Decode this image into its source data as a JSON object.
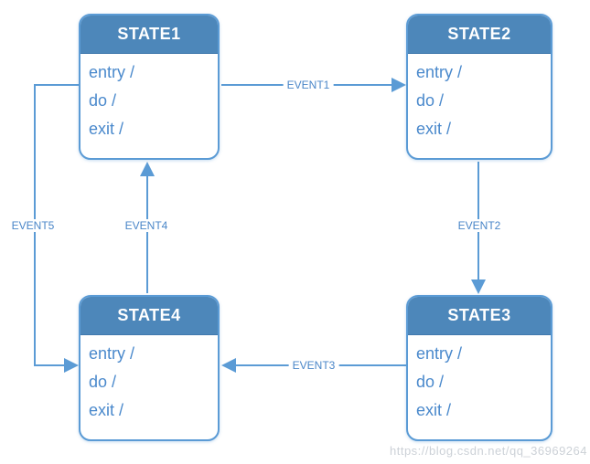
{
  "diagram": {
    "states": [
      {
        "id": "state1",
        "title": "STATE1",
        "actions": [
          "entry /",
          "do /",
          "exit /"
        ]
      },
      {
        "id": "state2",
        "title": "STATE2",
        "actions": [
          "entry /",
          "do /",
          "exit /"
        ]
      },
      {
        "id": "state3",
        "title": "STATE3",
        "actions": [
          "entry /",
          "do /",
          "exit /"
        ]
      },
      {
        "id": "state4",
        "title": "STATE4",
        "actions": [
          "entry /",
          "do /",
          "exit /"
        ]
      }
    ],
    "transitions": [
      {
        "label": "EVENT1",
        "from": "STATE1",
        "to": "STATE2"
      },
      {
        "label": "EVENT2",
        "from": "STATE2",
        "to": "STATE3"
      },
      {
        "label": "EVENT3",
        "from": "STATE3",
        "to": "STATE4"
      },
      {
        "label": "EVENT4",
        "from": "STATE4",
        "to": "STATE1"
      },
      {
        "label": "EVENT5",
        "from": "STATE1",
        "to": "STATE4"
      }
    ],
    "watermark": "https://blog.csdn.net/qq_36969264",
    "colors": {
      "header_fill": "#4d87ba",
      "box_border": "#5b9bd5",
      "body_text": "#4a89cc",
      "connector": "#5b9bd5",
      "event_label_text": "#4a86c8",
      "watermark_text": "#ccd1d7"
    }
  }
}
